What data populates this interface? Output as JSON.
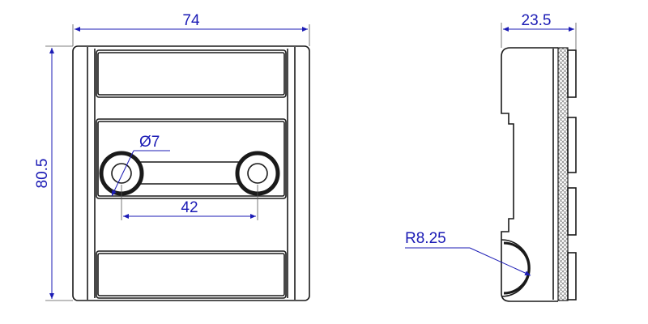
{
  "drawing": {
    "front_view": {
      "width_label": "74",
      "height_label": "80.5",
      "hole_label": "Ø7",
      "hole_spacing_label": "42"
    },
    "side_view": {
      "thickness_label": "23.5",
      "radius_label": "R8.25"
    },
    "colors": {
      "dimension": "#1b1bb5",
      "outline": "#1a1a1a",
      "hatch": "#7a7a7a"
    }
  }
}
